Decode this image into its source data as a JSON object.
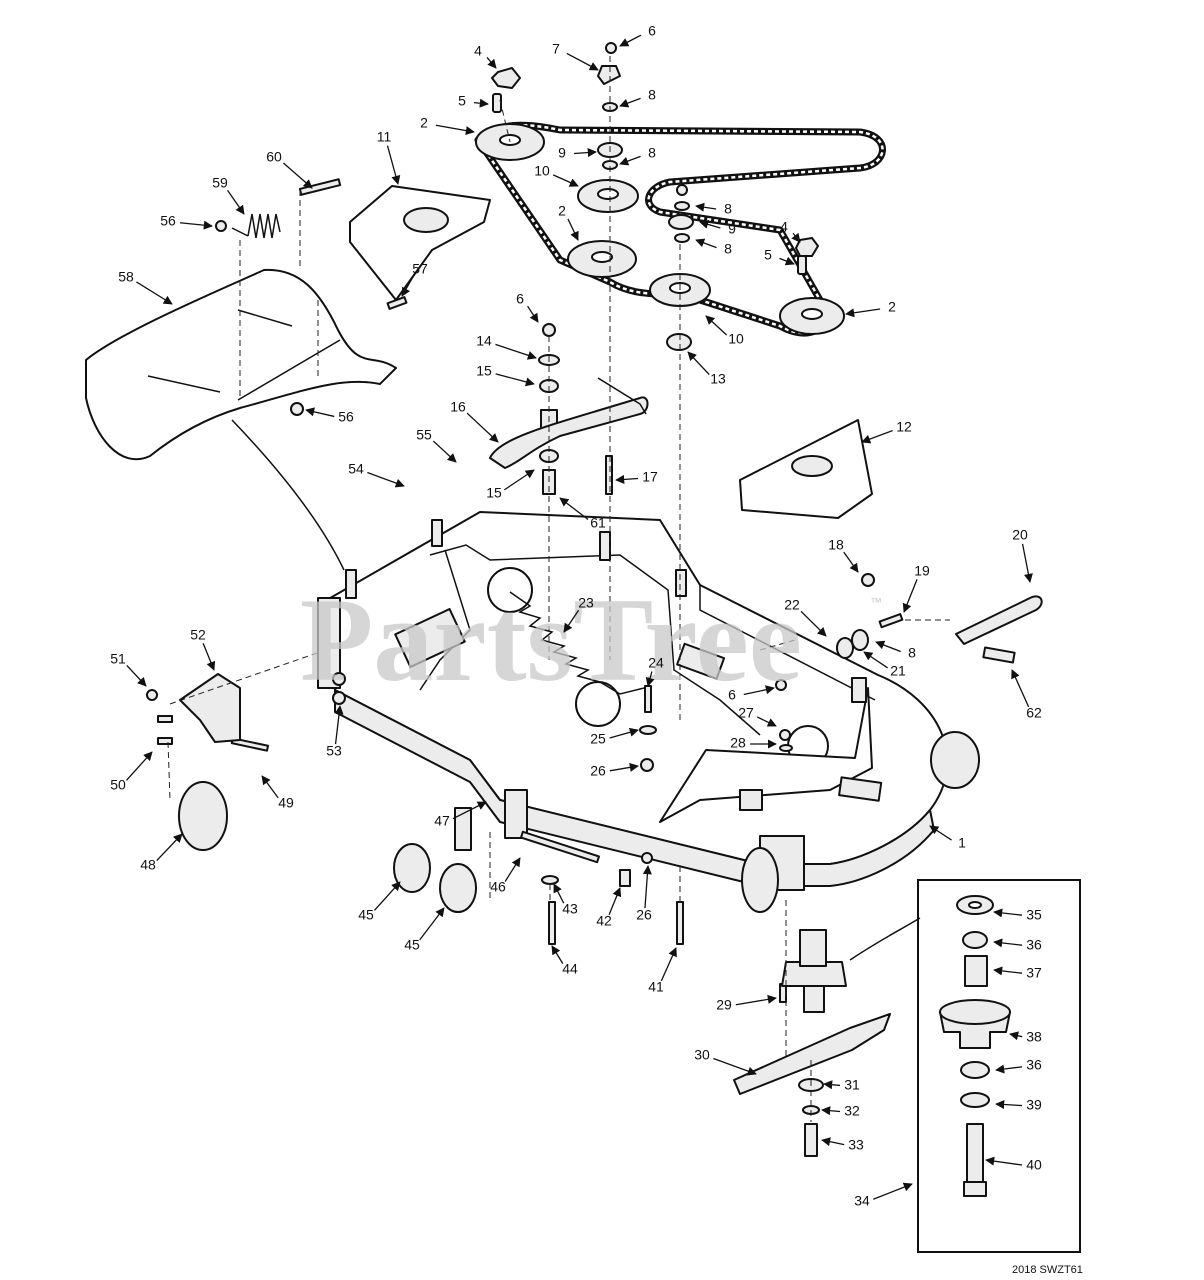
{
  "watermark": {
    "text": "PartsTree",
    "mark": "™"
  },
  "drawing_code": "2018 SWZT61",
  "callouts": [
    {
      "id": "c1",
      "label": "1"
    },
    {
      "id": "c2a",
      "label": "2"
    },
    {
      "id": "c2b",
      "label": "2"
    },
    {
      "id": "c2c",
      "label": "2"
    },
    {
      "id": "c4a",
      "label": "4"
    },
    {
      "id": "c4b",
      "label": "4"
    },
    {
      "id": "c5a",
      "label": "5"
    },
    {
      "id": "c5b",
      "label": "5"
    },
    {
      "id": "c6a",
      "label": "6"
    },
    {
      "id": "c6b",
      "label": "6"
    },
    {
      "id": "c6c",
      "label": "6"
    },
    {
      "id": "c7",
      "label": "7"
    },
    {
      "id": "c8a",
      "label": "8"
    },
    {
      "id": "c8b",
      "label": "8"
    },
    {
      "id": "c8c",
      "label": "8"
    },
    {
      "id": "c8d",
      "label": "8"
    },
    {
      "id": "c8e",
      "label": "8"
    },
    {
      "id": "c9a",
      "label": "9"
    },
    {
      "id": "c9b",
      "label": "9"
    },
    {
      "id": "c10a",
      "label": "10"
    },
    {
      "id": "c10b",
      "label": "10"
    },
    {
      "id": "c11",
      "label": "11"
    },
    {
      "id": "c12",
      "label": "12"
    },
    {
      "id": "c13",
      "label": "13"
    },
    {
      "id": "c14",
      "label": "14"
    },
    {
      "id": "c15a",
      "label": "15"
    },
    {
      "id": "c15b",
      "label": "15"
    },
    {
      "id": "c16",
      "label": "16"
    },
    {
      "id": "c17",
      "label": "17"
    },
    {
      "id": "c18",
      "label": "18"
    },
    {
      "id": "c19",
      "label": "19"
    },
    {
      "id": "c20",
      "label": "20"
    },
    {
      "id": "c21",
      "label": "21"
    },
    {
      "id": "c22",
      "label": "22"
    },
    {
      "id": "c23",
      "label": "23"
    },
    {
      "id": "c24",
      "label": "24"
    },
    {
      "id": "c25",
      "label": "25"
    },
    {
      "id": "c26a",
      "label": "26"
    },
    {
      "id": "c26b",
      "label": "26"
    },
    {
      "id": "c27",
      "label": "27"
    },
    {
      "id": "c28",
      "label": "28"
    },
    {
      "id": "c29",
      "label": "29"
    },
    {
      "id": "c30",
      "label": "30"
    },
    {
      "id": "c31",
      "label": "31"
    },
    {
      "id": "c32",
      "label": "32"
    },
    {
      "id": "c33",
      "label": "33"
    },
    {
      "id": "c34",
      "label": "34"
    },
    {
      "id": "c35",
      "label": "35"
    },
    {
      "id": "c36a",
      "label": "36"
    },
    {
      "id": "c36b",
      "label": "36"
    },
    {
      "id": "c37",
      "label": "37"
    },
    {
      "id": "c38",
      "label": "38"
    },
    {
      "id": "c39",
      "label": "39"
    },
    {
      "id": "c40",
      "label": "40"
    },
    {
      "id": "c41",
      "label": "41"
    },
    {
      "id": "c42",
      "label": "42"
    },
    {
      "id": "c43",
      "label": "43"
    },
    {
      "id": "c44",
      "label": "44"
    },
    {
      "id": "c45a",
      "label": "45"
    },
    {
      "id": "c45b",
      "label": "45"
    },
    {
      "id": "c46",
      "label": "46"
    },
    {
      "id": "c47",
      "label": "47"
    },
    {
      "id": "c48",
      "label": "48"
    },
    {
      "id": "c49",
      "label": "49"
    },
    {
      "id": "c50",
      "label": "50"
    },
    {
      "id": "c51",
      "label": "51"
    },
    {
      "id": "c52",
      "label": "52"
    },
    {
      "id": "c53",
      "label": "53"
    },
    {
      "id": "c54",
      "label": "54"
    },
    {
      "id": "c55",
      "label": "55"
    },
    {
      "id": "c56a",
      "label": "56"
    },
    {
      "id": "c56b",
      "label": "56"
    },
    {
      "id": "c57",
      "label": "57"
    },
    {
      "id": "c58",
      "label": "58"
    },
    {
      "id": "c59",
      "label": "59"
    },
    {
      "id": "c60",
      "label": "60"
    },
    {
      "id": "c61",
      "label": "61"
    },
    {
      "id": "c62",
      "label": "62"
    }
  ]
}
